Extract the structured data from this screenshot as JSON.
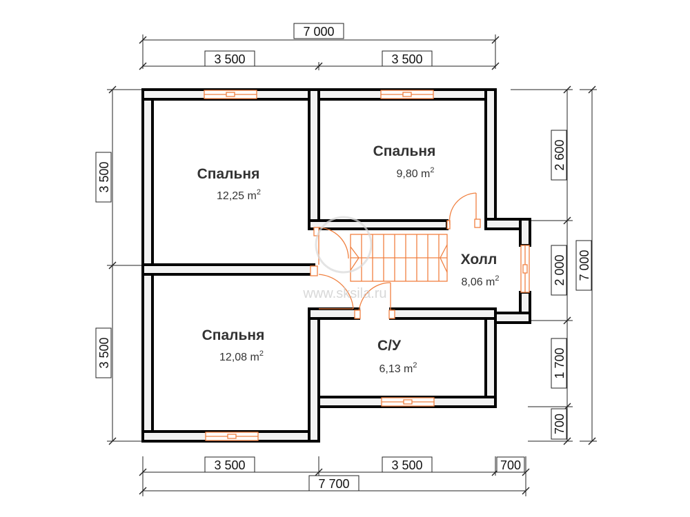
{
  "dimensions": {
    "top_total": "7 000",
    "top_left": "3 500",
    "top_right": "3 500",
    "bottom_left": "3 500",
    "bottom_right": "3 500",
    "bottom_ext": "700",
    "bottom_total": "7 700",
    "left_top": "3 500",
    "left_bottom": "3 500",
    "right_top": "2 600",
    "right_mid": "2 000",
    "right_lower": "1 700",
    "right_bottom": "700",
    "right_total": "7 000"
  },
  "rooms": [
    {
      "name": "Спальня",
      "area_value": "12,25 m",
      "area_exp": "2"
    },
    {
      "name": "Спальня",
      "area_value": "9,80 m",
      "area_exp": "2"
    },
    {
      "name": "Спальня",
      "area_value": "12,08 m",
      "area_exp": "2"
    },
    {
      "name": "Холл",
      "area_value": "8,06 m",
      "area_exp": "2"
    },
    {
      "name": "С/У",
      "area_value": "6,13 m",
      "area_exp": "2"
    }
  ],
  "watermark": "www.sksila.ru",
  "colors": {
    "wall": "#000000",
    "wall_fill": "#f2f2f2",
    "opening": "#f08040"
  }
}
